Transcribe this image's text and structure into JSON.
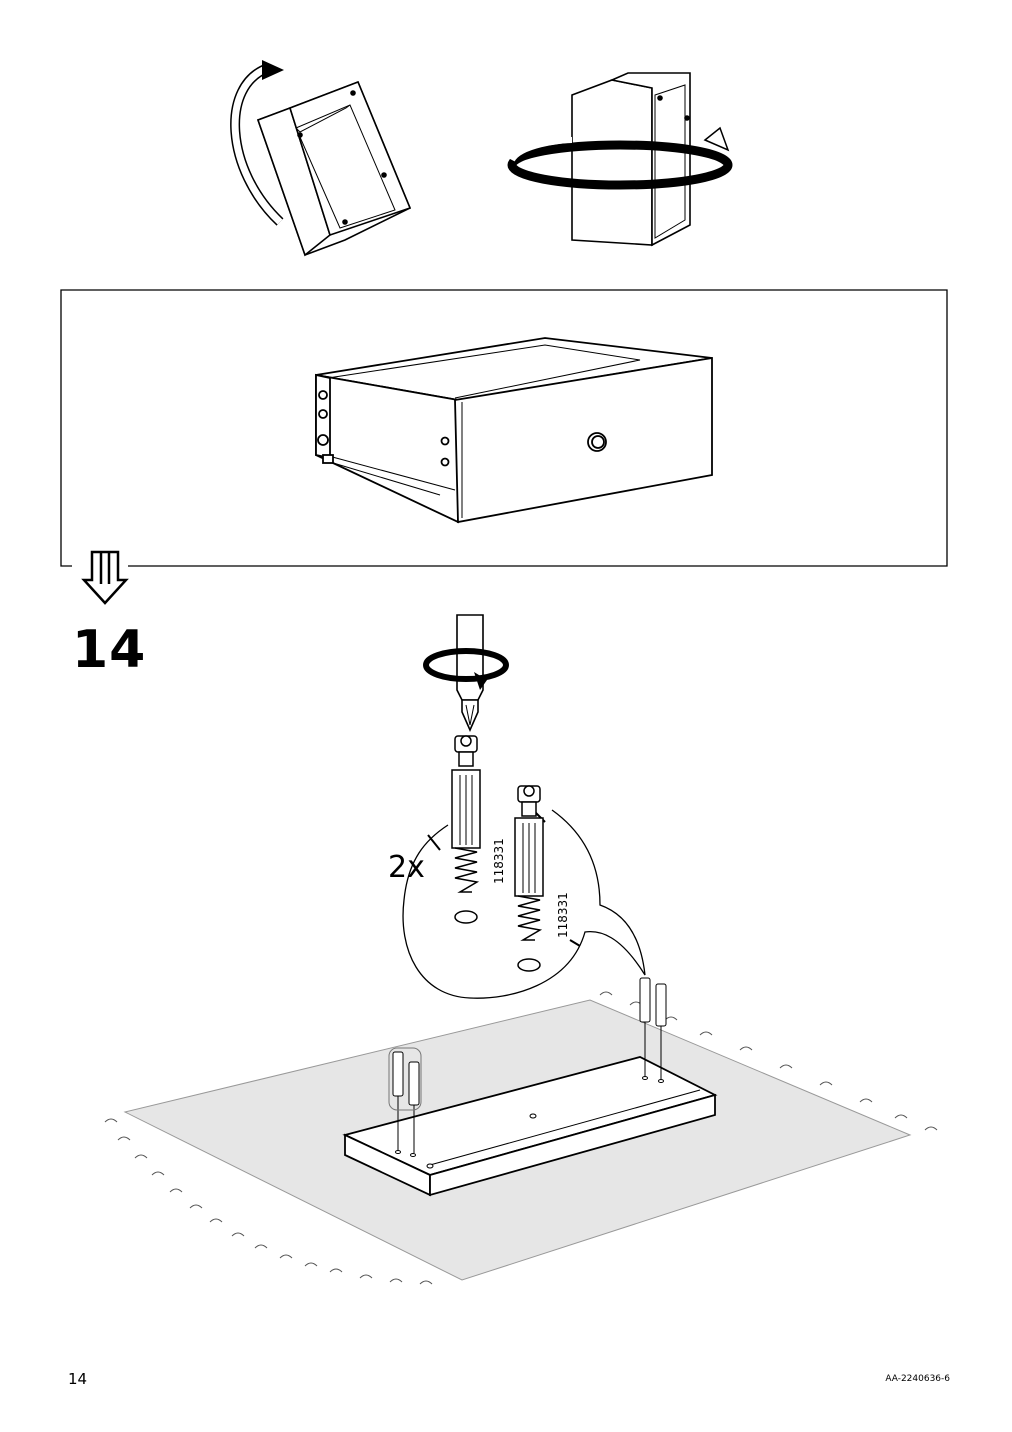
{
  "step": {
    "number": "14",
    "quantity": "2x"
  },
  "parts": [
    {
      "part_number": "118331"
    },
    {
      "part_number": "118331"
    }
  ],
  "footer": {
    "page_number": "14",
    "document_code": "AA-2240636-6"
  },
  "icons": [
    "rotate-arrow-icon",
    "rotate-arrow-icon",
    "screwdriver-icon",
    "down-arrow-icon"
  ]
}
